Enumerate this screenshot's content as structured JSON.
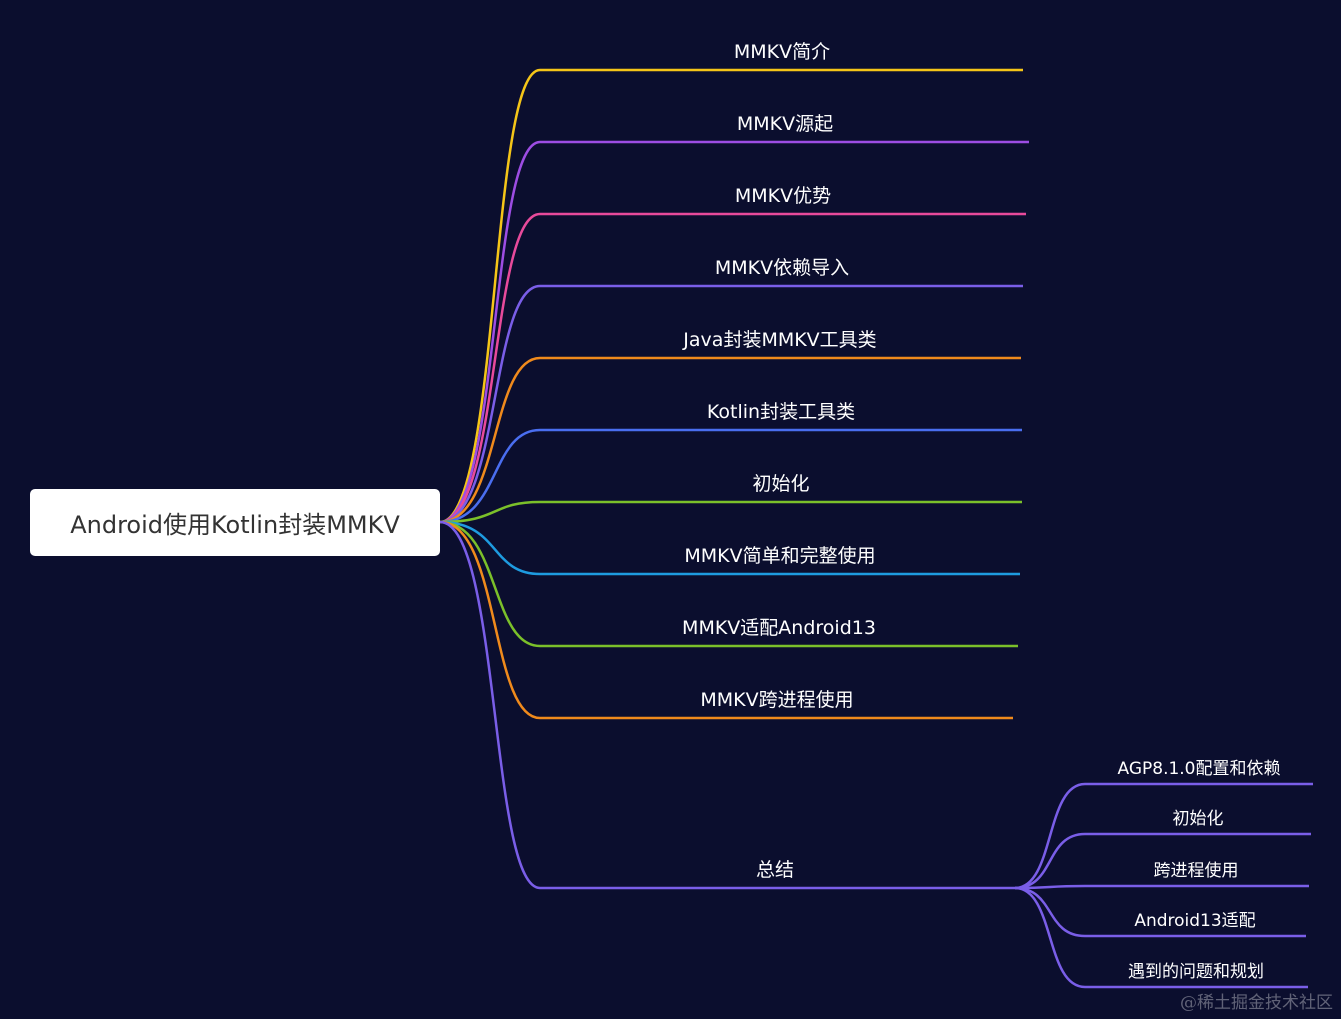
{
  "root": {
    "label": "Android使用Kotlin封装MMKV"
  },
  "branches": [
    {
      "label": "MMKV简介",
      "color": "#f5c518"
    },
    {
      "label": "MMKV源起",
      "color": "#9d4de3"
    },
    {
      "label": "MMKV优势",
      "color": "#e84a9b"
    },
    {
      "label": "MMKV依赖导入",
      "color": "#7a5ee8"
    },
    {
      "label": "Java封装MMKV工具类",
      "color": "#f08a1c"
    },
    {
      "label": "Kotlin封装工具类",
      "color": "#4a6ef0"
    },
    {
      "label": "初始化",
      "color": "#7bc02a"
    },
    {
      "label": "MMKV简单和完整使用",
      "color": "#1e9be0"
    },
    {
      "label": "MMKV适配Android13",
      "color": "#7bc02a"
    },
    {
      "label": "MMKV跨进程使用",
      "color": "#f08a1c"
    },
    {
      "label": "总结",
      "color": "#7a5ee8"
    }
  ],
  "summary_children": [
    {
      "label": "AGP8.1.0配置和依赖"
    },
    {
      "label": "初始化"
    },
    {
      "label": "跨进程使用"
    },
    {
      "label": "Android13适配"
    },
    {
      "label": "遇到的问题和规划"
    }
  ],
  "watermark": "@稀土掘金技术社区"
}
